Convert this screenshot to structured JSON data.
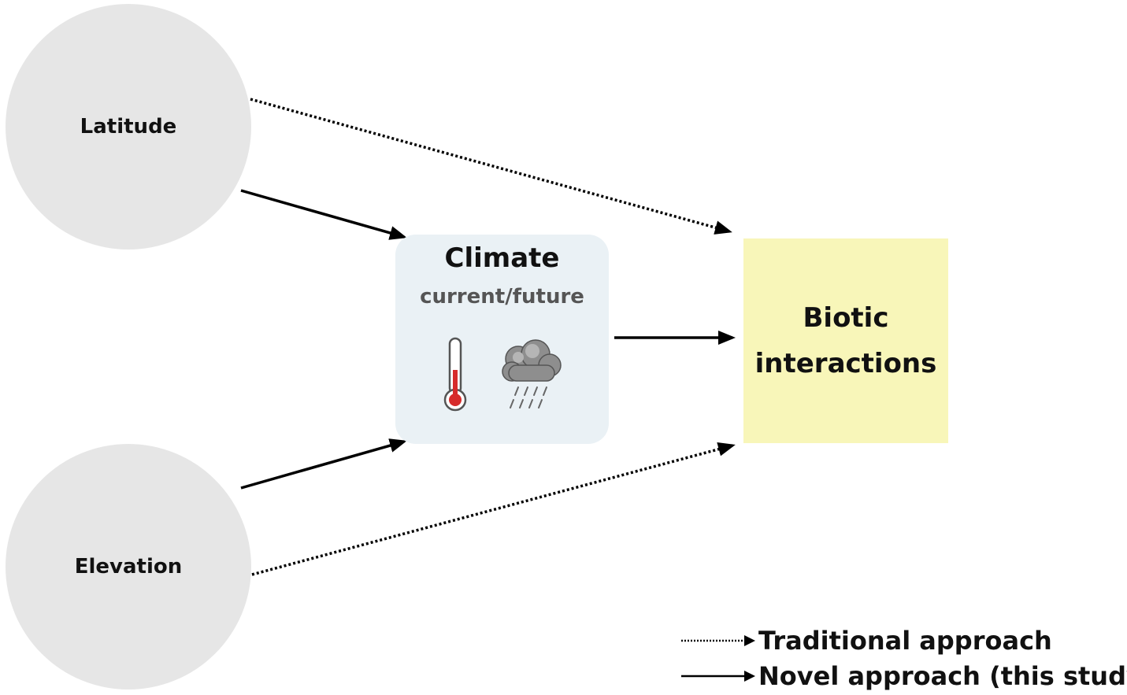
{
  "nodes": {
    "latitude": "Latitude",
    "elevation": "Elevation",
    "climate": {
      "title": "Climate",
      "subtitle": "current/future",
      "icons": [
        "thermometer-icon",
        "rain-cloud-icon"
      ]
    },
    "biotic": {
      "line1": "Biotic",
      "line2": "interactions"
    }
  },
  "edges": [
    {
      "from": "Latitude",
      "to": "Biotic interactions",
      "style": "dotted"
    },
    {
      "from": "Latitude",
      "to": "Climate",
      "style": "solid"
    },
    {
      "from": "Elevation",
      "to": "Climate",
      "style": "solid"
    },
    {
      "from": "Elevation",
      "to": "Biotic interactions",
      "style": "dotted"
    },
    {
      "from": "Climate",
      "to": "Biotic interactions",
      "style": "solid"
    }
  ],
  "legend": {
    "traditional": "Traditional approach",
    "novel": "Novel approach (this study)"
  },
  "colors": {
    "circle_fill": "#e6e6e6",
    "climate_fill": "#eaf1f5",
    "biotic_fill": "#f8f6b9",
    "arrow": "#000000",
    "thermometer_red": "#d62b2b"
  }
}
